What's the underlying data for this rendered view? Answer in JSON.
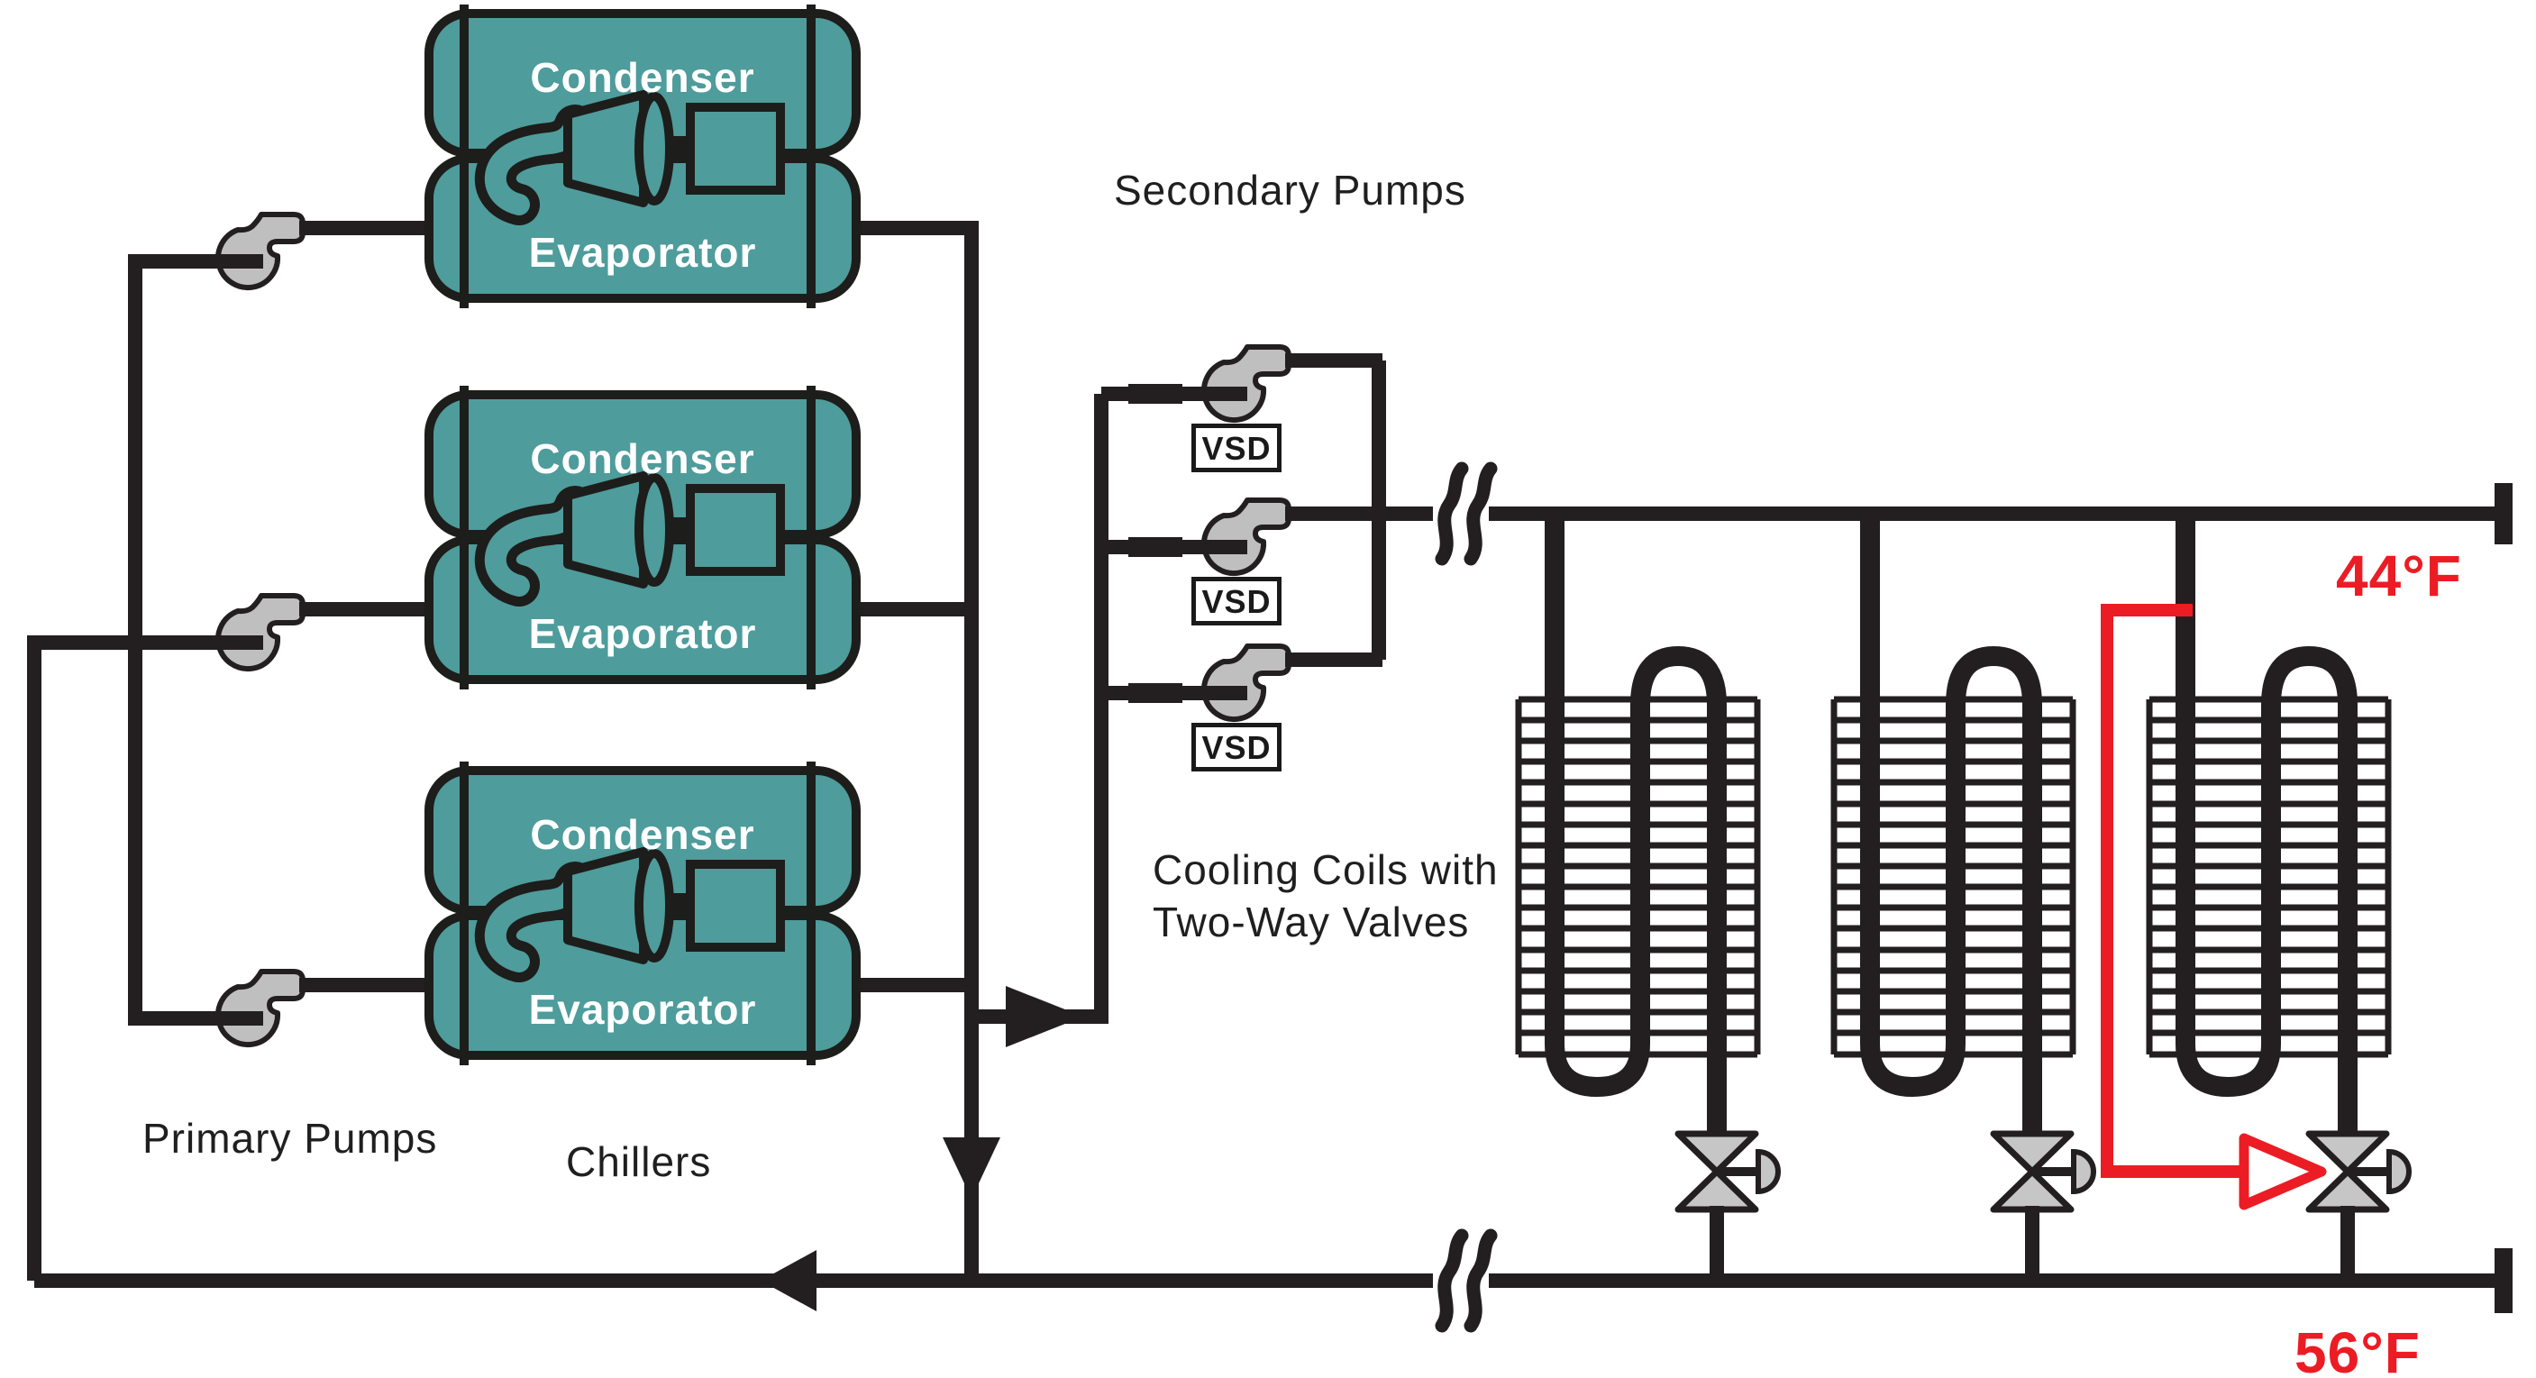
{
  "labels": {
    "secondary_pumps": "Secondary Pumps",
    "primary_pumps": "Primary Pumps",
    "chillers": "Chillers",
    "cooling_coils_line1": "Cooling Coils with",
    "cooling_coils_line2": "Two-Way Valves",
    "supply_temp": "44°F",
    "return_temp": "56°F"
  },
  "chillers": {
    "units": [
      {
        "top_label": "Condenser",
        "bottom_label": "Evaporator"
      },
      {
        "top_label": "Condenser",
        "bottom_label": "Evaporator"
      },
      {
        "top_label": "Condenser",
        "bottom_label": "Evaporator"
      }
    ]
  },
  "secondary_pumps": {
    "drives": [
      {
        "label": "VSD"
      },
      {
        "label": "VSD"
      },
      {
        "label": "VSD"
      }
    ]
  },
  "icons": [
    "pump-icon",
    "compressor-icon",
    "two-way-valve-icon",
    "valve-actuator-icon",
    "pipe-break-icon",
    "flow-arrow-icon"
  ],
  "colors": {
    "pipe_black": "#231F20",
    "tank_teal": "#4E9C9B",
    "equipment_gray": "#BFBFBF",
    "highlight_red": "#EC1C24",
    "label_text": "#1F1F1F"
  }
}
